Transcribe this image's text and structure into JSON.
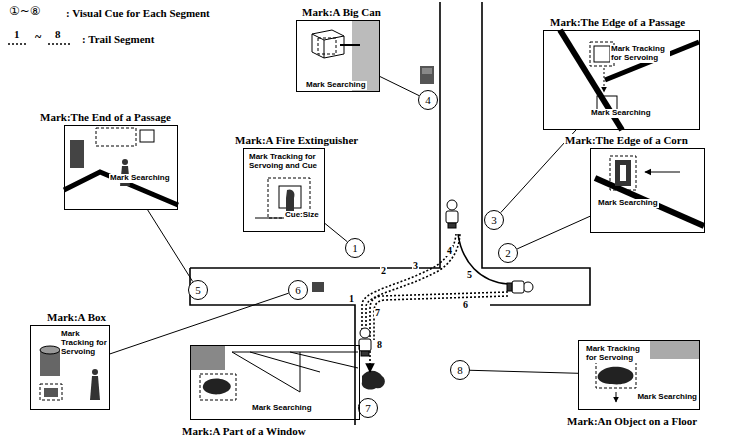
{
  "diagram": {
    "nodes": [
      {
        "text": [
          "1"
        ]
      },
      {
        "text": [
          "2"
        ]
      },
      {
        "text": [
          "3"
        ]
      },
      {
        "text": [
          "4"
        ]
      },
      {
        "text": [
          "5"
        ]
      },
      {
        "text": [
          "6"
        ]
      },
      {
        "text": [
          "7"
        ]
      },
      {
        "text": [
          "8"
        ]
      },
      {
        "text": [
          "Mark:A Fire Extinguisher",
          "Mark Tracking for Servoing and Cue",
          "Cue:Size"
        ]
      },
      {
        "text": [
          "Mark:The Edge of a Corn",
          "Mark Searching"
        ]
      },
      {
        "text": [
          "Mark:The Edge of a Passage",
          "Mark Tracking for Servoing",
          "Mark Searching"
        ]
      },
      {
        "text": [
          "Mark:A Big Can",
          "Mark Searching"
        ]
      },
      {
        "text": [
          "Mark:The End of a Passage",
          "Mark Searching"
        ]
      },
      {
        "text": [
          "Mark:A Box",
          "Mark Tracking for Servoing"
        ]
      },
      {
        "text": [
          "Mark:A Part of a Window",
          "Mark Searching"
        ]
      },
      {
        "text": [
          "Mark:An Object on a Floor",
          "Mark Tracking for Servoing",
          "Mark Searching"
        ]
      }
    ],
    "edges": [
      {
        "from": 0,
        "to": 8,
        "arrow": "none"
      },
      {
        "from": 1,
        "to": 9,
        "arrow": "none"
      },
      {
        "from": 2,
        "to": 10,
        "arrow": "none"
      },
      {
        "from": 3,
        "to": 11,
        "arrow": "none"
      },
      {
        "from": 4,
        "to": 12,
        "arrow": "none"
      },
      {
        "from": 5,
        "to": 13,
        "arrow": "none"
      },
      {
        "from": 6,
        "to": 14,
        "arrow": "none"
      },
      {
        "from": 7,
        "to": 15,
        "arrow": "none"
      }
    ],
    "labels": [
      "①~⑧",
      "1",
      "~",
      "8",
      "1",
      "2",
      "3",
      "4",
      "5",
      "6",
      "7",
      "8"
    ],
    "legend": [
      {
        "text": ": Visual Cue for Each Segment"
      },
      {
        "text": ": Trail Segment"
      }
    ]
  }
}
